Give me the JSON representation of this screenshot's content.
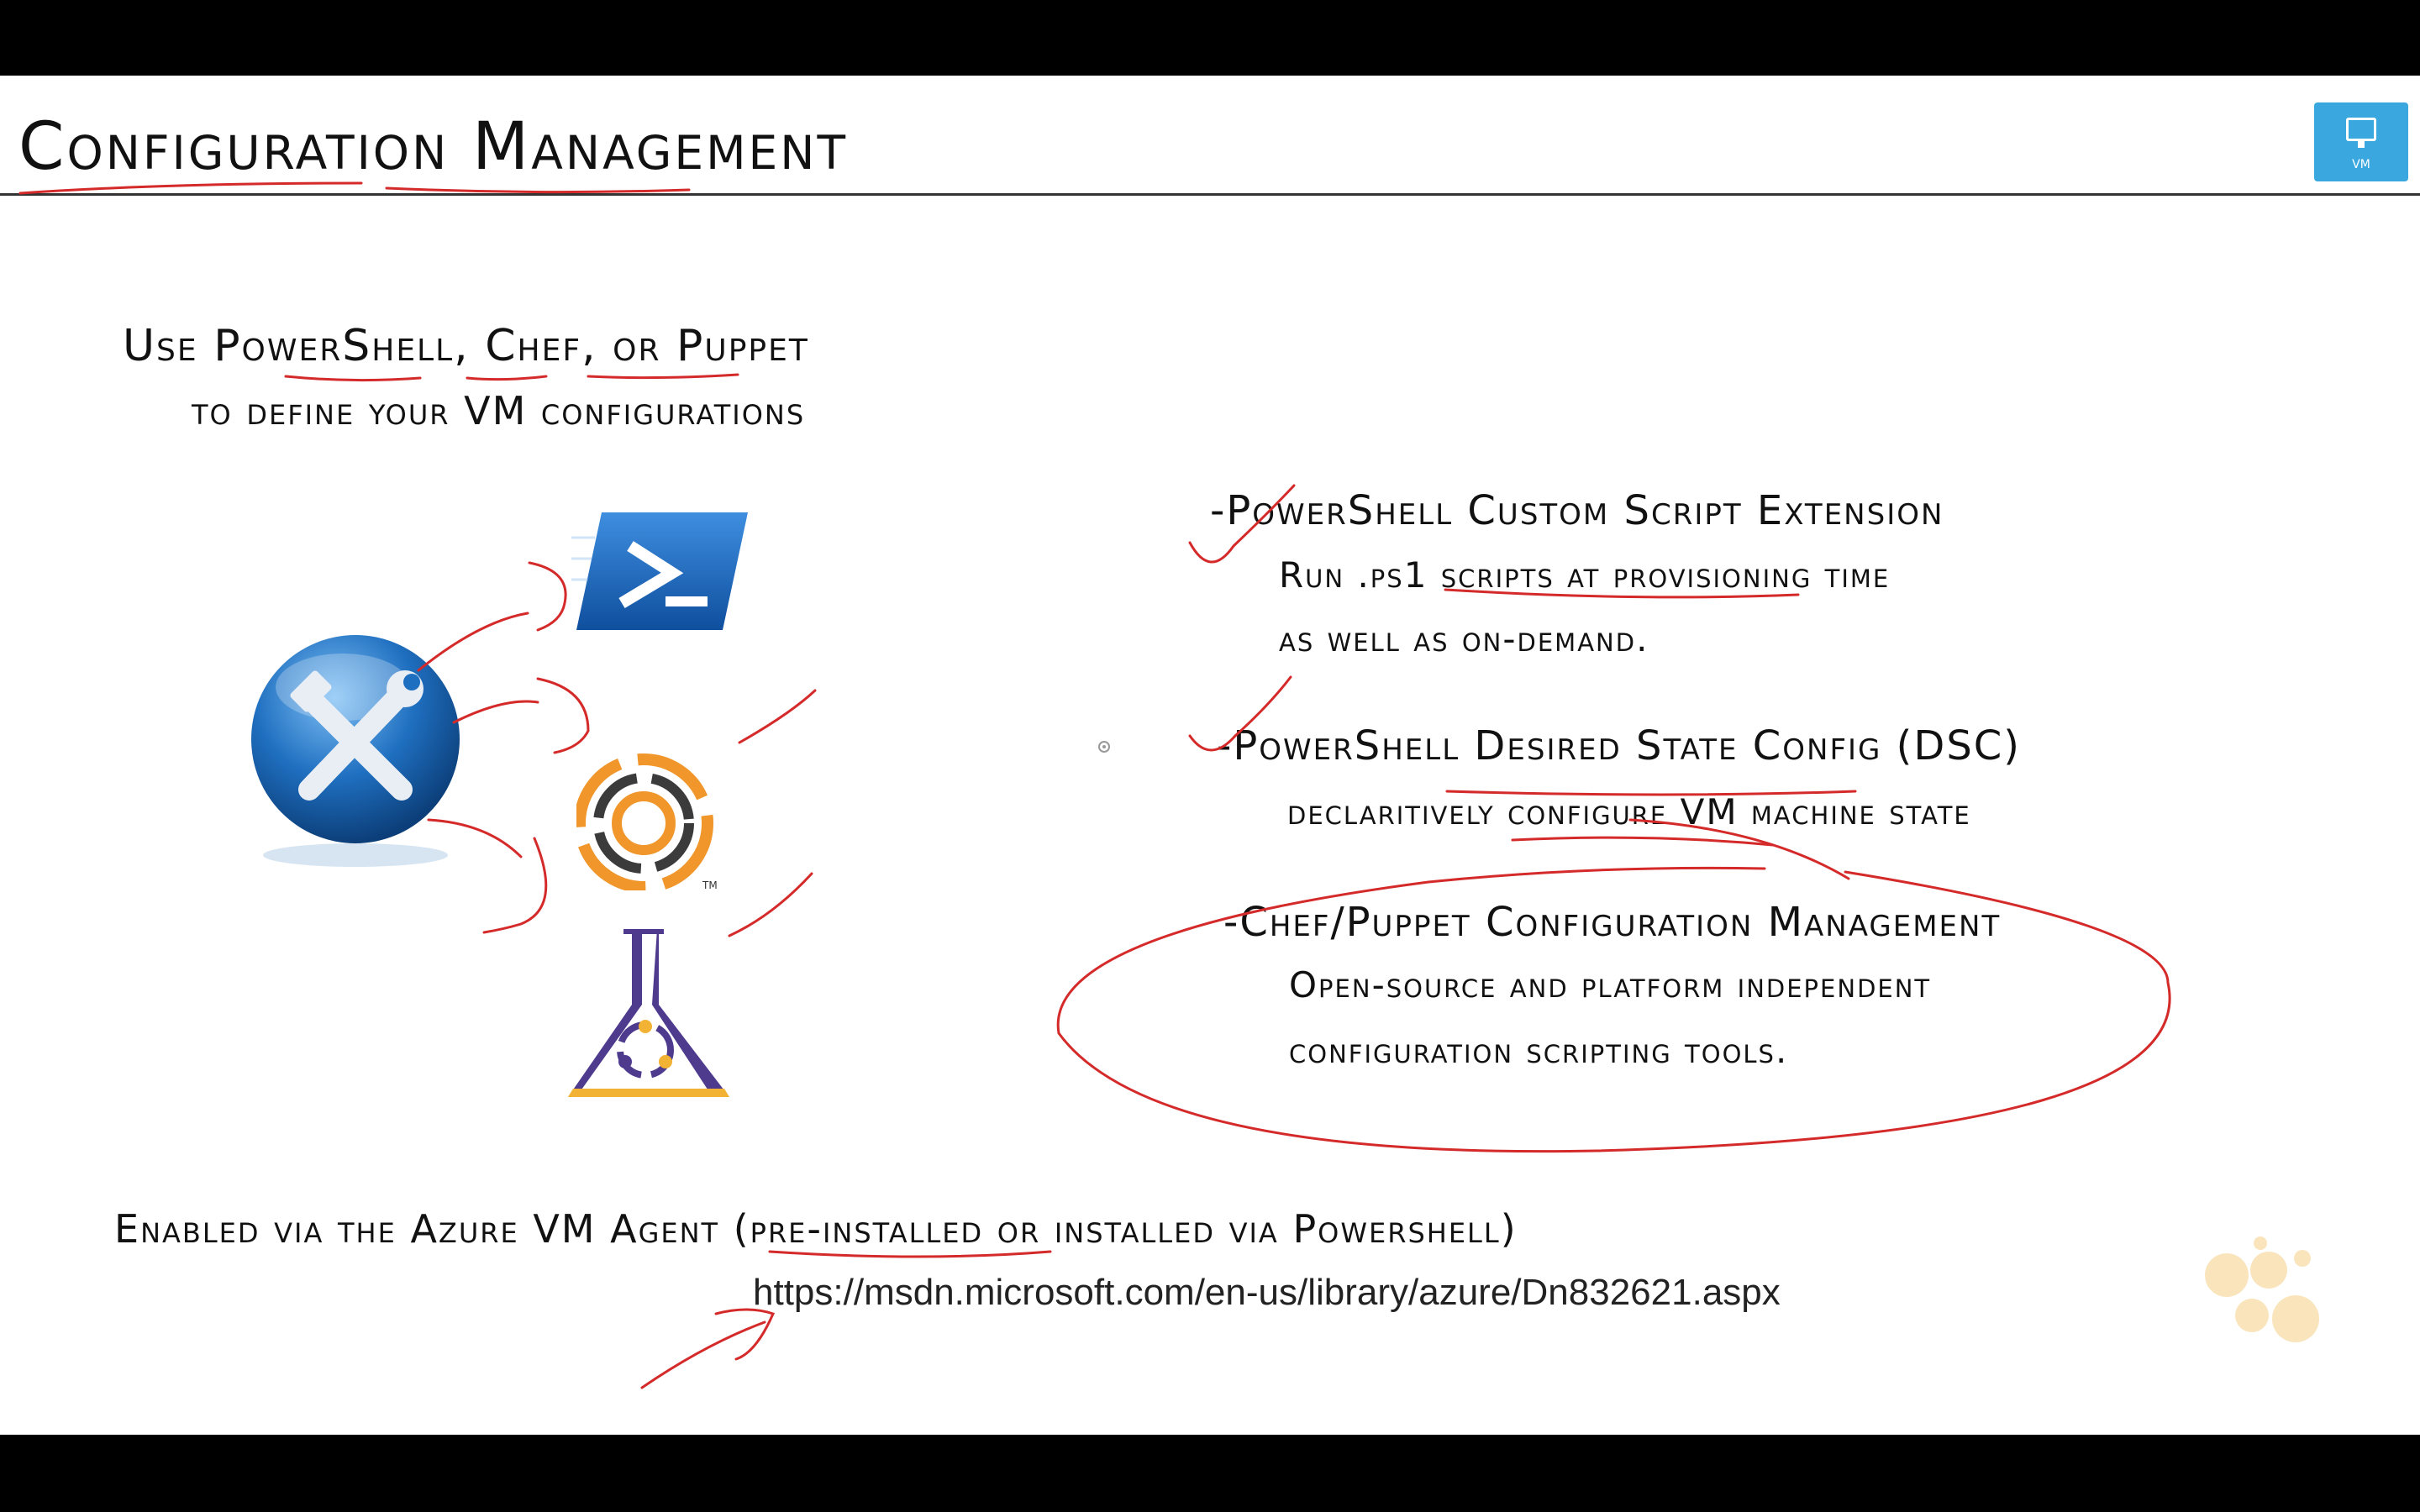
{
  "slide": {
    "title": "Configuration Management",
    "intro_line1": "Use PowerShell, Chef, or Puppet",
    "intro_line2": "to define your VM configurations",
    "bullets": [
      {
        "heading": "-PowerShell Custom Script Extension",
        "lines": [
          "Run .ps1 scripts at provisioning time",
          "as well as on-demand."
        ]
      },
      {
        "heading": "-PowerShell Desired State Config (DSC)",
        "lines": [
          "declaritively configure VM machine state"
        ]
      },
      {
        "heading": "-Chef/Puppet Configuration Management",
        "lines": [
          "Open-source and platform independent",
          "configuration scripting tools."
        ]
      }
    ],
    "enabled_text": "Enabled via the Azure VM Agent (pre-installed or installed via Powershell)",
    "url": "https://msdn.microsoft.com/en-us/library/azure/Dn832621.aspx"
  },
  "badge": {
    "label": "VM",
    "icon": "monitor-icon",
    "color": "#3aa8df"
  },
  "icons": {
    "tools": "tools-icon",
    "powershell": "powershell-icon",
    "chef": "chef-icon",
    "puppet": "puppet-icon",
    "chef_tm": "TM"
  },
  "colors": {
    "annotation_red": "#d42a2a",
    "powershell_blue": "#1f6fc0",
    "chef_orange": "#f0962a",
    "puppet_purple": "#4e3b8e",
    "puppet_gold": "#f2b233",
    "watermark": "#f7d9a0"
  }
}
